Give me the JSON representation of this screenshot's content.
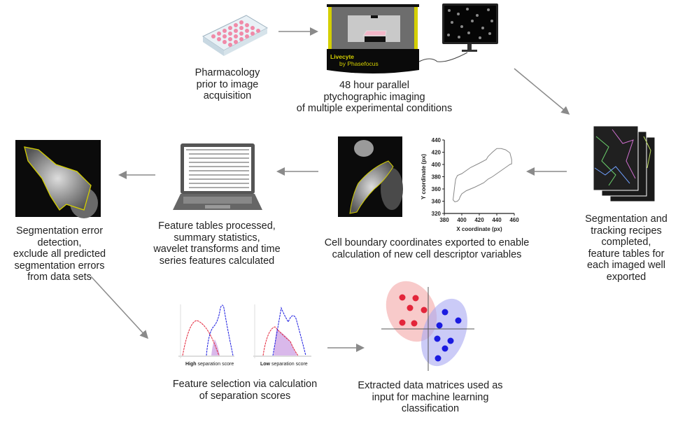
{
  "steps": {
    "pharmacology": "Pharmacology\nprior to image\nacquisition",
    "imaging": "48 hour parallel\nptychographic imaging\nof multiple experimental conditions",
    "segmentation_tracking": "Segmentation and\ntracking recipes\ncompleted,\nfeature tables for\neach imaged well\nexported",
    "boundary": "Cell boundary coordinates exported to enable\ncalculation of new cell descriptor variables",
    "feature_tables": "Feature tables processed,\nsummary statistics,\nwavelet transforms and time\nseries features calculated",
    "seg_error": "Segmentation error\ndetection,\nexclude all predicted\nsegmentation errors\nfrom data sets",
    "feature_selection": "Feature selection via calculation\nof separation scores",
    "ml": "Extracted data matrices used as\ninput for machine learning\nclassification"
  },
  "instrument": {
    "brand": "Livecyte",
    "maker": "by Phasefocus"
  },
  "density_plots": {
    "high_bold": "High",
    "high_rest": " separation score",
    "low_bold": "Low",
    "low_rest": " separation score"
  },
  "chart_data": {
    "type": "line",
    "title": "",
    "xlabel": "X coordinate (px)",
    "ylabel": "Y coordinate (px)",
    "xlim": [
      380,
      460
    ],
    "ylim": [
      320,
      440
    ],
    "xticks": [
      380,
      400,
      420,
      440,
      460
    ],
    "yticks": [
      320,
      340,
      360,
      380,
      400,
      420,
      440
    ],
    "series": [
      {
        "name": "cell boundary",
        "x": [
          392,
          395,
          397,
          398,
          400,
          405,
          415,
          425,
          430,
          435,
          440,
          445,
          448,
          452,
          455,
          457,
          457,
          455,
          450,
          445,
          440,
          435,
          430,
          428,
          420,
          410,
          400,
          395,
          393,
          392,
          390,
          392
        ],
        "y": [
          339,
          340,
          343,
          347,
          352,
          357,
          363,
          370,
          376,
          380,
          385,
          390,
          393,
          397,
          400,
          401,
          408,
          419,
          424,
          426,
          426,
          420,
          413,
          408,
          402,
          395,
          385,
          382,
          376,
          366,
          342,
          339
        ]
      }
    ]
  },
  "colors": {
    "red": "#e3253a",
    "blue": "#1a1ae0",
    "yellow": "#d4cf00",
    "arrow": "#8a8a8a"
  }
}
